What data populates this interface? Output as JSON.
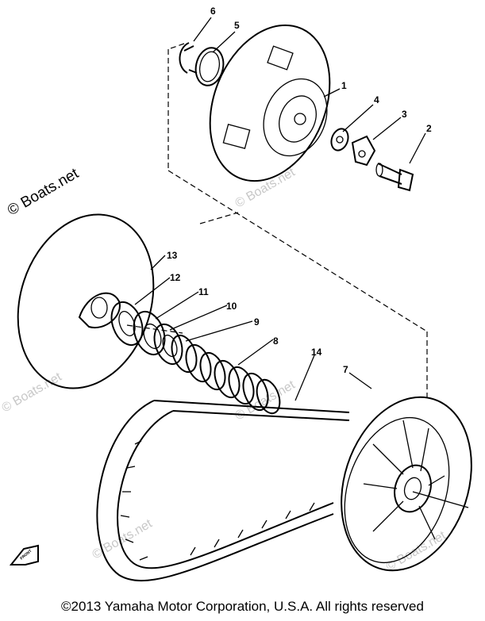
{
  "watermark": {
    "text": "© Boats.net"
  },
  "callouts": [
    "1",
    "2",
    "3",
    "4",
    "5",
    "6",
    "7",
    "8",
    "9",
    "10",
    "11",
    "12",
    "13",
    "14"
  ],
  "front_marker": "FRONT",
  "copyright": "©2013 Yamaha Motor Corporation, U.S.A. All rights reserved"
}
